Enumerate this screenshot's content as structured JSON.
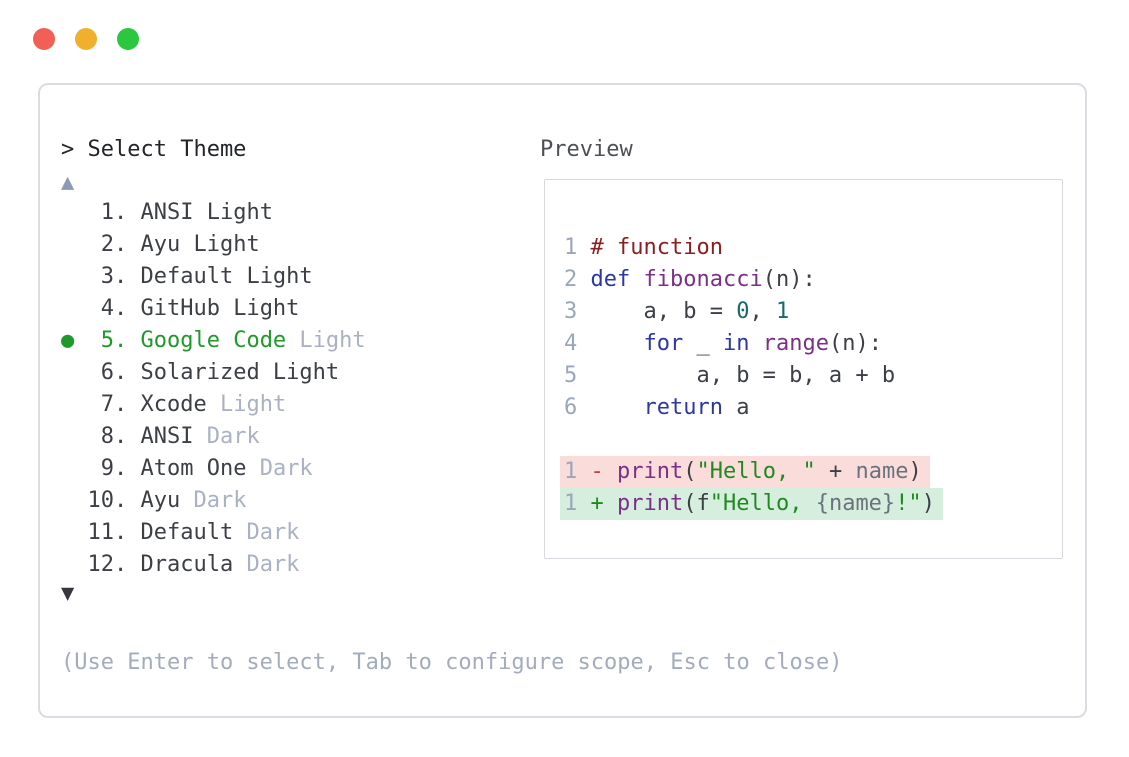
{
  "window_controls": [
    {
      "name": "close",
      "color": "#f25f57"
    },
    {
      "name": "minimize",
      "color": "#f0b02e"
    },
    {
      "name": "zoom",
      "color": "#2bc73f"
    }
  ],
  "dialog": {
    "title": "> Select Theme",
    "scroll_up_icon": "▲",
    "scroll_down_icon": "▼",
    "footer_hint": "(Use Enter to select, Tab to configure scope, Esc to close)",
    "themes": [
      {
        "num": " 1.",
        "selected": false,
        "segments": [
          {
            "text": "ANSI Light",
            "style": "normal"
          }
        ]
      },
      {
        "num": " 2.",
        "selected": false,
        "segments": [
          {
            "text": "Ayu Light",
            "style": "normal"
          }
        ]
      },
      {
        "num": " 3.",
        "selected": false,
        "segments": [
          {
            "text": "Default Light",
            "style": "normal"
          }
        ]
      },
      {
        "num": " 4.",
        "selected": false,
        "segments": [
          {
            "text": "GitHub Light",
            "style": "normal"
          }
        ]
      },
      {
        "num": " 5.",
        "selected": true,
        "segments": [
          {
            "text": "Google Code",
            "style": "selected"
          },
          {
            "text": " Light",
            "style": "muted"
          }
        ]
      },
      {
        "num": " 6.",
        "selected": false,
        "segments": [
          {
            "text": "Solarized Light",
            "style": "normal"
          }
        ]
      },
      {
        "num": " 7.",
        "selected": false,
        "segments": [
          {
            "text": "Xcode",
            "style": "normal"
          },
          {
            "text": " Light",
            "style": "muted"
          }
        ]
      },
      {
        "num": " 8.",
        "selected": false,
        "segments": [
          {
            "text": "ANSI",
            "style": "normal"
          },
          {
            "text": " Dark",
            "style": "muted"
          }
        ]
      },
      {
        "num": " 9.",
        "selected": false,
        "segments": [
          {
            "text": "Atom One",
            "style": "normal"
          },
          {
            "text": " Dark",
            "style": "muted"
          }
        ]
      },
      {
        "num": "10.",
        "selected": false,
        "segments": [
          {
            "text": "Ayu",
            "style": "normal"
          },
          {
            "text": " Dark",
            "style": "muted"
          }
        ]
      },
      {
        "num": "11.",
        "selected": false,
        "segments": [
          {
            "text": "Default",
            "style": "normal"
          },
          {
            "text": " Dark",
            "style": "muted"
          }
        ]
      },
      {
        "num": "12.",
        "selected": false,
        "segments": [
          {
            "text": "Dracula",
            "style": "normal"
          },
          {
            "text": " Dark",
            "style": "muted"
          }
        ]
      }
    ],
    "preview": {
      "label": "Preview",
      "code_lines": [
        {
          "ln": "1",
          "bg": "none",
          "tokens": [
            {
              "text": "# function",
              "style": "comment"
            }
          ]
        },
        {
          "ln": "2",
          "bg": "none",
          "tokens": [
            {
              "text": "def",
              "style": "keyword"
            },
            {
              "text": " ",
              "style": "plain"
            },
            {
              "text": "fibonacci",
              "style": "fname"
            },
            {
              "text": "(n):",
              "style": "plain"
            }
          ]
        },
        {
          "ln": "3",
          "bg": "none",
          "tokens": [
            {
              "text": "    a, b = ",
              "style": "plain"
            },
            {
              "text": "0",
              "style": "number"
            },
            {
              "text": ", ",
              "style": "plain"
            },
            {
              "text": "1",
              "style": "number"
            }
          ]
        },
        {
          "ln": "4",
          "bg": "none",
          "tokens": [
            {
              "text": "    ",
              "style": "plain"
            },
            {
              "text": "for",
              "style": "keyword"
            },
            {
              "text": " _ ",
              "style": "plain"
            },
            {
              "text": "in",
              "style": "keyword"
            },
            {
              "text": " ",
              "style": "plain"
            },
            {
              "text": "range",
              "style": "fname"
            },
            {
              "text": "(n):",
              "style": "plain"
            }
          ]
        },
        {
          "ln": "5",
          "bg": "none",
          "tokens": [
            {
              "text": "        a, b = b, a + b",
              "style": "plain"
            }
          ]
        },
        {
          "ln": "6",
          "bg": "none",
          "tokens": [
            {
              "text": "    ",
              "style": "plain"
            },
            {
              "text": "return",
              "style": "keyword"
            },
            {
              "text": " a",
              "style": "plain"
            }
          ]
        },
        {
          "ln": "",
          "bg": "none",
          "tokens": []
        },
        {
          "ln": "1",
          "bg": "removed",
          "tokens": [
            {
              "text": "- ",
              "style": "removed"
            },
            {
              "text": "print",
              "style": "fname"
            },
            {
              "text": "(",
              "style": "plain"
            },
            {
              "text": "\"Hello, \"",
              "style": "string"
            },
            {
              "text": " + ",
              "style": "plain"
            },
            {
              "text": "name",
              "style": "subst"
            },
            {
              "text": ")",
              "style": "plain"
            }
          ]
        },
        {
          "ln": "1",
          "bg": "added",
          "tokens": [
            {
              "text": "+ ",
              "style": "added"
            },
            {
              "text": "print",
              "style": "fname"
            },
            {
              "text": "(f",
              "style": "plain"
            },
            {
              "text": "\"Hello, ",
              "style": "string"
            },
            {
              "text": "{name}",
              "style": "subst"
            },
            {
              "text": "!\"",
              "style": "string"
            },
            {
              "text": ")",
              "style": "plain"
            }
          ]
        }
      ]
    }
  },
  "colors": {
    "title": "#212428",
    "preview_label": "#4d5156",
    "normal": "#3c4046",
    "muted": "#a9b2c3",
    "selected": "#1f9929",
    "ln": "#9aa6ba",
    "comment": "#8b1e1e",
    "keyword": "#2d37a0",
    "fname": "#7b2f86",
    "string": "#1f8a1f",
    "number": "#17696b",
    "subst": "#6a737d",
    "removed": "#c2413a",
    "added": "#1f8a1f",
    "removed_bg": "#fadcdb",
    "added_bg": "#d6eedd",
    "border": "#d9dde3",
    "preview_border": "#d6d9de",
    "footer": "#a2acbd",
    "arrow_up": "#8c9bb5",
    "arrow_down": "#34383d"
  }
}
